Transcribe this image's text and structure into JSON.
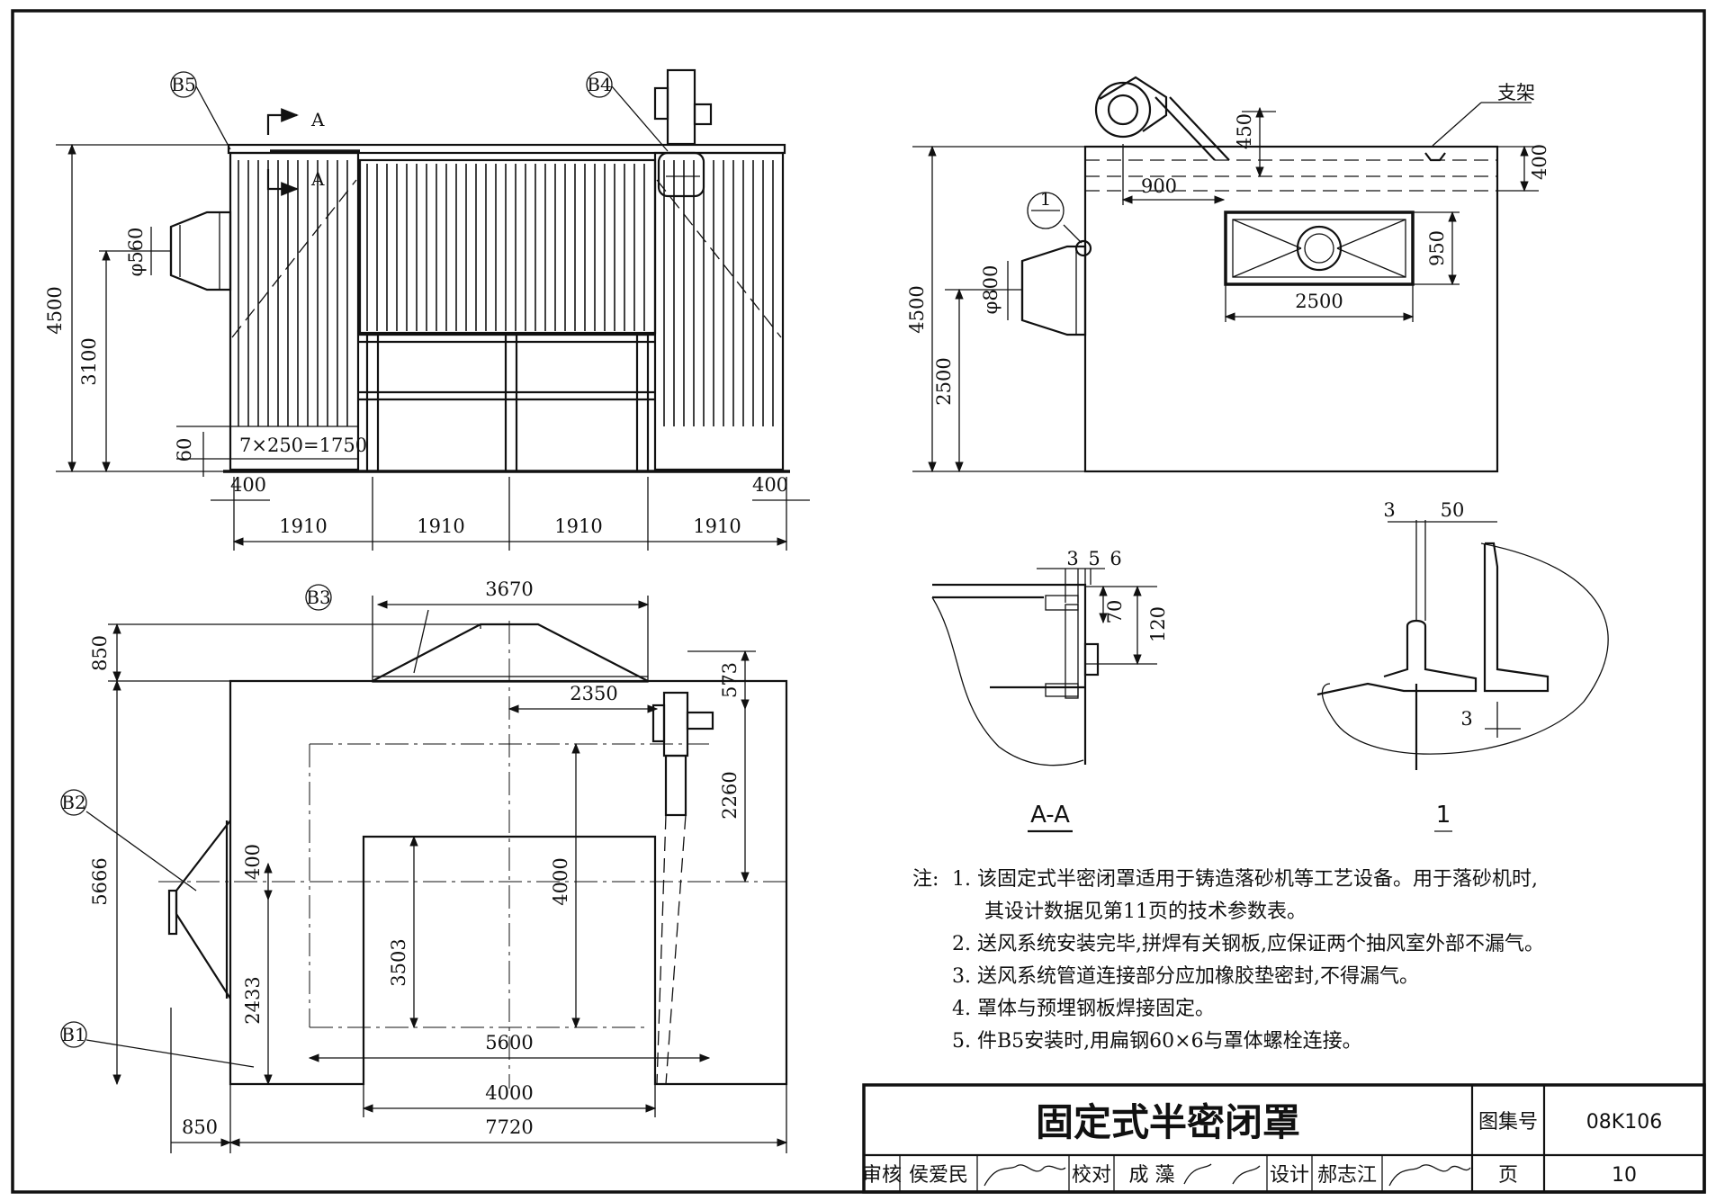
{
  "title_block": {
    "drawing_title": "固定式半密闭罩",
    "atlas_label": "图集号",
    "atlas_no": "08K106",
    "page_label": "页",
    "page_no": "10",
    "review_label": "审核",
    "review_name": "侯爱民",
    "check_label": "校对",
    "check_name": "成  藻",
    "design_label": "设计",
    "design_name": "郝志江"
  },
  "front_view": {
    "part_b5": "B5",
    "part_b4": "B4",
    "section_mark": "A",
    "dim_total_height": "4500",
    "dim_inlet_height": "3100",
    "dim_base": "60",
    "dim_inlet_dia": "φ560",
    "dim_grille": "7×250=1750",
    "dim_left_offset": "400",
    "dim_right_offset": "400",
    "dim_bays": [
      "1910",
      "1910",
      "1910",
      "1910"
    ]
  },
  "side_view": {
    "part_1": "1",
    "label_support": "支架",
    "dim_total_height": "4500",
    "dim_inlet_height": "2500",
    "dim_inlet_dia": "φ800",
    "dim_450": "450",
    "dim_400": "400",
    "dim_900": "900",
    "dim_950": "950",
    "dim_2500": "2500"
  },
  "plan_view": {
    "part_b3": "B3",
    "part_b2": "B2",
    "part_b1": "B1",
    "dim_3670": "3670",
    "dim_850_top": "850",
    "dim_2350": "2350",
    "dim_573": "573",
    "dim_2260": "2260",
    "dim_5666": "5666",
    "dim_400": "400",
    "dim_2433": "2433",
    "dim_3503": "3503",
    "dim_4000_v": "4000",
    "dim_5600": "5600",
    "dim_4000_h": "4000",
    "dim_850_bottom": "850",
    "dim_7720": "7720"
  },
  "details": {
    "section_aa_title": "A-A",
    "section_aa_dims": [
      "3",
      "5",
      "6",
      "70",
      "120"
    ],
    "detail_1_title": "1",
    "detail_1_dims": [
      "3",
      "50",
      "3"
    ]
  },
  "notes": {
    "heading": "注:",
    "items": [
      "1. 该固定式半密闭罩适用于铸造落砂机等工艺设备。用于落砂机时,",
      "其设计数据见第11页的技术参数表。",
      "2. 送风系统安装完毕,拼焊有关钢板,应保证两个抽风室外部不漏气。",
      "3. 送风系统管道连接部分应加橡胶垫密封,不得漏气。",
      "4. 罩体与预埋钢板焊接固定。",
      "5. 件B5安装时,用扁钢60×6与罩体螺栓连接。"
    ]
  }
}
